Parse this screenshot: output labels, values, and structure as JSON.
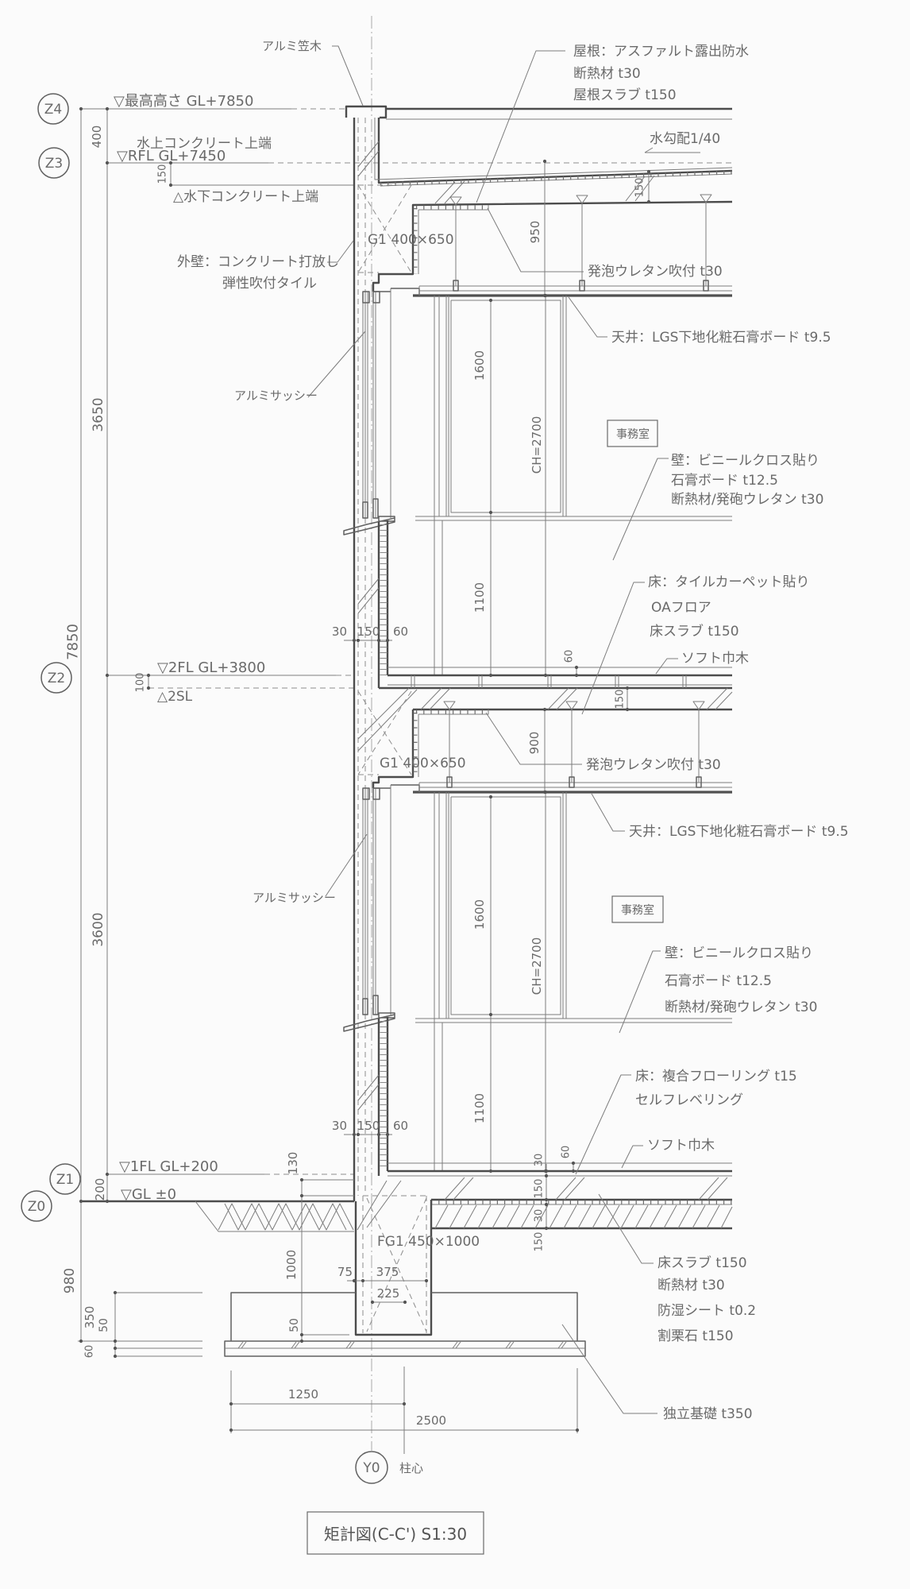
{
  "title_block": {
    "label": "矩計図(C-C') S1:30"
  },
  "grid": {
    "z4": "Z4",
    "z3": "Z3",
    "z2": "Z2",
    "z1": "Z1",
    "z0": "Z0",
    "y0": "Y0",
    "column_center": "柱心"
  },
  "levels": {
    "max_height": "▽最高高さ  GL+7850",
    "roof_top_high": "水上コンクリート上端",
    "rfl": "▽RFL  GL+7450",
    "roof_top_low": "△水下コンクリート上端",
    "fl2": "▽2FL    GL+3800",
    "sl2": "△2SL",
    "fl1": "▽1FL  GL+200",
    "gl": "▽GL ±0"
  },
  "dims": {
    "overall_height": "7850",
    "parapet": "400",
    "story_2f": "3650",
    "story_1f": "3600",
    "gl_to_1fl": "200",
    "roof_slope_drop": "150",
    "fl_to_sl_2f": "100",
    "foundation_depth": "980",
    "footing_thickness": "350",
    "footing_offset": "50",
    "blinding": "60",
    "roof_slab": "150",
    "roof_ceiling_space": "950",
    "window_2f": "1600",
    "ceiling_height_2f": "CH=2700",
    "sill_2f": "1100",
    "wall_layers_2f": [
      "30",
      "150",
      "60"
    ],
    "baseboard_2f": "60",
    "slab_2f": "150",
    "ceiling_space_1f": "900",
    "window_1f": "1600",
    "ceiling_height_1f": "CH=2700",
    "sill_1f": "1100",
    "wall_layers_1f": [
      "30",
      "150",
      "60"
    ],
    "baseboard_1f": "60",
    "ground_floor_layers": [
      "30",
      "150",
      "30",
      "150"
    ],
    "gl_to_slab": "130",
    "fg_depth": "1000",
    "fg_offsets": [
      "75",
      "375"
    ],
    "fg_inner": "225",
    "fg_to_footing": "50",
    "footing_half": "1250",
    "footing_width": "2500"
  },
  "notes": {
    "coping": "アルミ笠木",
    "roof": [
      "屋根：アスファルト露出防水",
      "断熱材 t30",
      "屋根スラブ t150"
    ],
    "roof_slope": "水勾配1/40",
    "beam_roof": "G1 400×650",
    "exterior_wall": [
      "外壁：コンクリート打放し",
      "弾性吹付タイル"
    ],
    "insulation_roof": "発泡ウレタン吹付 t30",
    "ceiling_2f": "天井：LGS下地化粧石膏ボード t9.5",
    "sash_2f": "アルミサッシー",
    "room_2f": "事務室",
    "wall_2f": [
      "壁：ビニールクロス貼り",
      "石膏ボード t12.5",
      "断熱材/発砲ウレタン t30"
    ],
    "floor_2f": [
      "床：タイルカーペット貼り",
      "OAフロア",
      "床スラブ t150"
    ],
    "baseboard_2f": "ソフト巾木",
    "beam_2f": "G1 400×650",
    "insulation_2f": "発泡ウレタン吹付 t30",
    "ceiling_1f": "天井：LGS下地化粧石膏ボード t9.5",
    "sash_1f": "アルミサッシー",
    "room_1f": "事務室",
    "wall_1f": [
      "壁：ビニールクロス貼り",
      "石膏ボード t12.5",
      "断熱材/発砲ウレタン t30"
    ],
    "floor_1f": [
      "床：複合フローリング t15",
      "セルフレベリング"
    ],
    "baseboard_1f": "ソフト巾木",
    "foundation_beam": "FG1 450×1000",
    "ground_slab": [
      "床スラブ t150",
      "断熱材 t30",
      "防湿シート t0.2",
      "割栗石 t150"
    ],
    "footing": "独立基礎 t350"
  },
  "colors": {
    "paper": "#fbfbfb",
    "pencil": "#5a5a5a"
  }
}
